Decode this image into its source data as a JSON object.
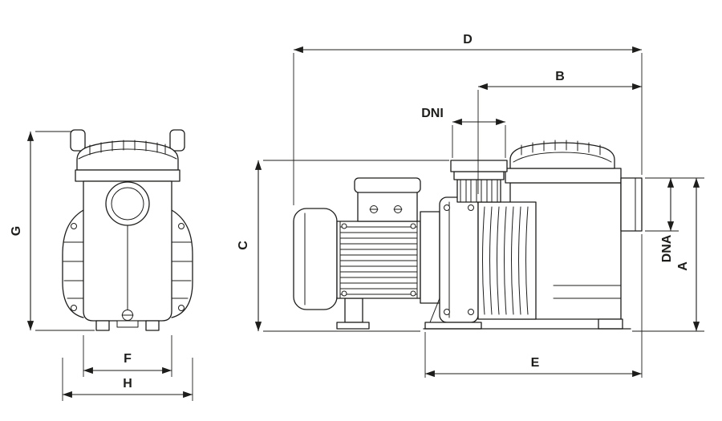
{
  "colors": {
    "background": "#ffffff",
    "line": "#1d1d1b"
  },
  "labels": {
    "D": "D",
    "B": "B",
    "DNI": "DNI",
    "C": "C",
    "DNA": "DNA",
    "A": "A",
    "E": "E",
    "G": "G",
    "F": "F",
    "H": "H"
  }
}
